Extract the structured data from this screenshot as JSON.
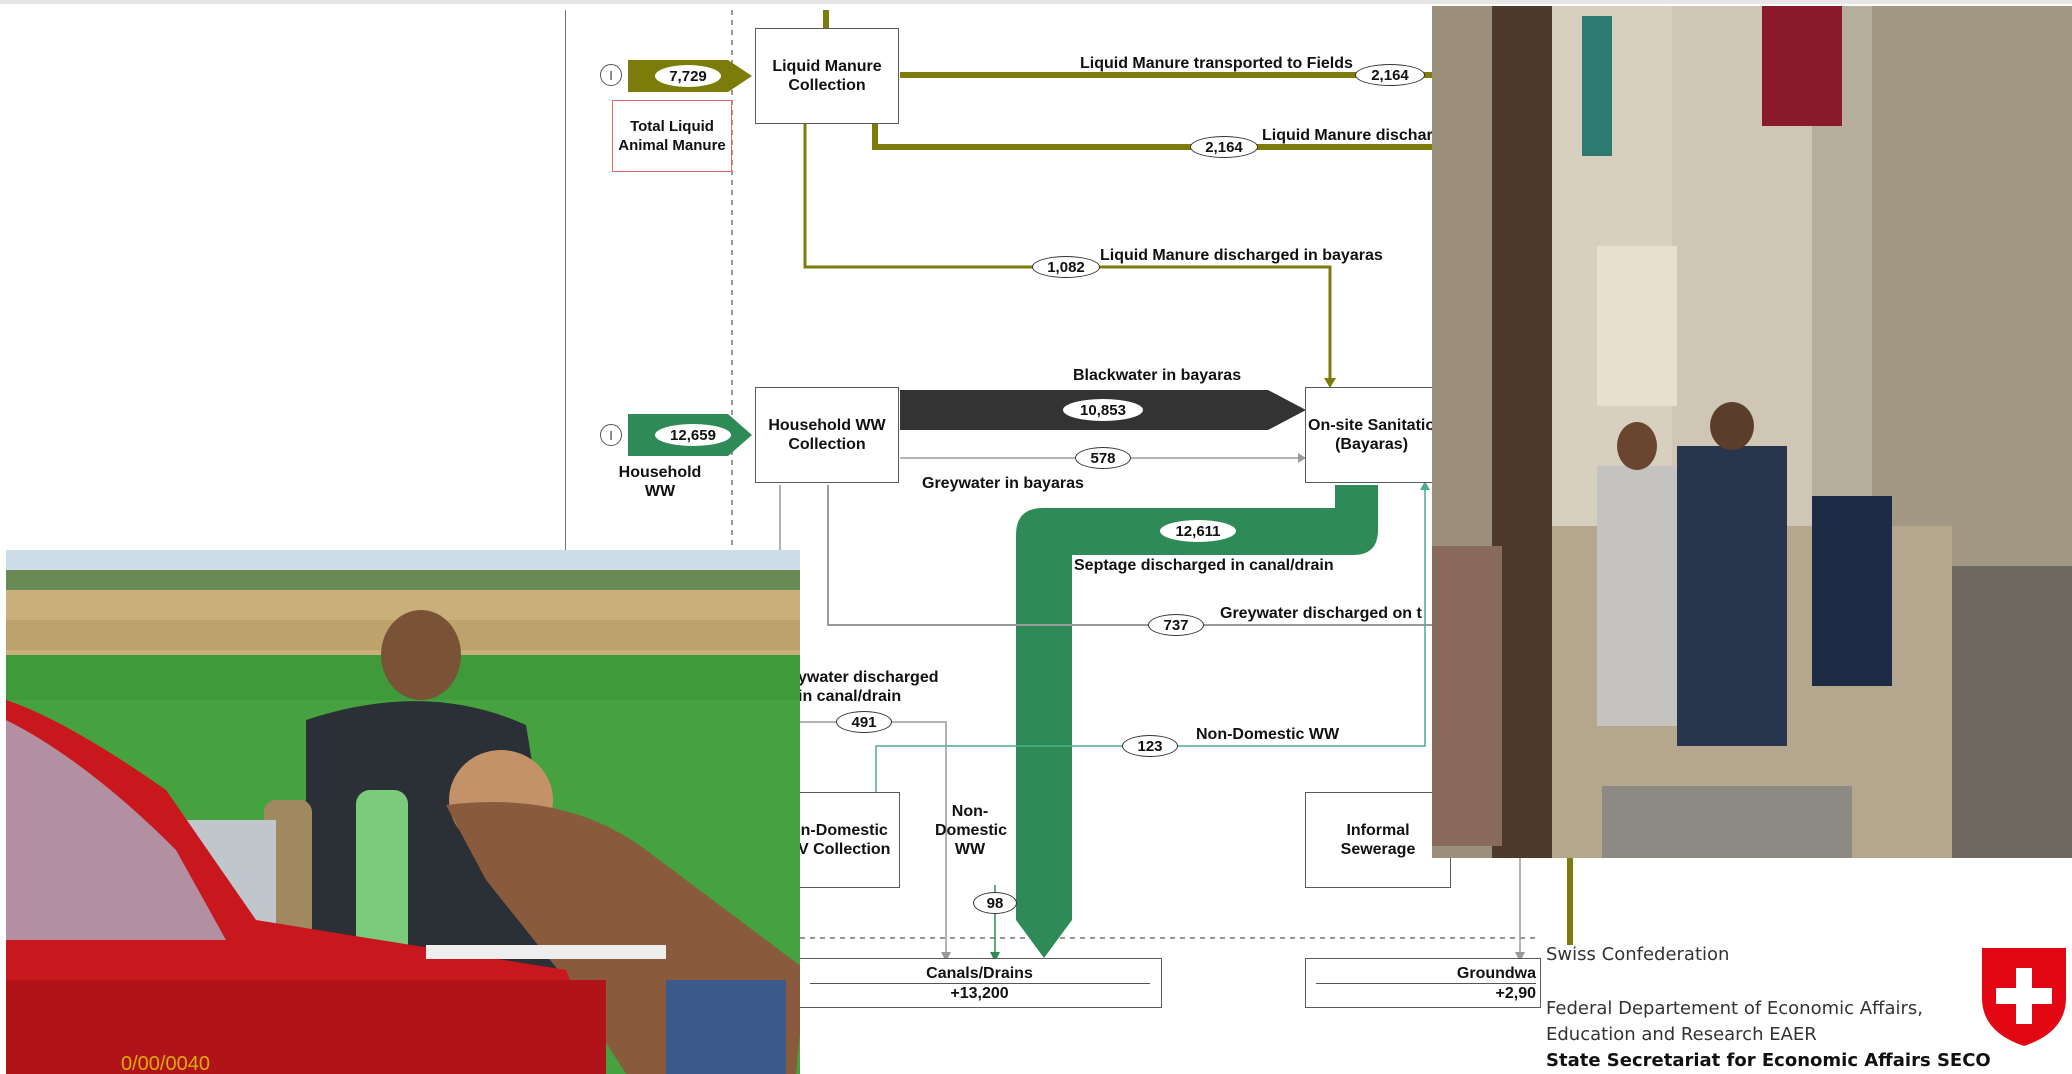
{
  "diagram": {
    "nodes": {
      "liquid_manure_collection": "Liquid Manure\nCollection",
      "total_liquid_manure": "Total Liquid\nAnimal Manure",
      "household_ww_collection": "Household WW\nCollection",
      "household_ww": "Household\nWW",
      "onsite_sanitation": "On-site Sanitatio\n(Bayaras)",
      "nondomestic_collection": "n-Domestic\nV Collection",
      "informal_sewerage": "Informal\nSewerage",
      "canals_drains": "Canals/Drains",
      "canals_drains_value": "+13,200",
      "groundwater": "Groundwa",
      "groundwater_value": "+2,90"
    },
    "inputs": {
      "liquid_manure_value": "7,729",
      "household_ww_value": "12,659",
      "input_marker": "I"
    },
    "flows": {
      "transported_label": "Liquid Manure transported to Fields",
      "transported_value": "2,164",
      "discharged_label": "Liquid Manure discharg",
      "discharged_value": "2,164",
      "bayaras_label": "Liquid Manure discharged in bayaras",
      "bayaras_value": "1,082",
      "blackwater_label": "Blackwater in bayaras",
      "blackwater_value": "10,853",
      "greywater_bayaras_value": "578",
      "greywater_bayaras_label": "Greywater in bayaras",
      "septage_value": "12,611",
      "septage_label": "Septage discharged in canal/drain",
      "greywater_on_value": "737",
      "greywater_on_label": "Greywater discharged on t",
      "greywater_canal_label": "ywater discharged\nin canal/drain",
      "greywater_canal_value": "491",
      "nondomestic_value": "123",
      "nondomestic_label": "Non-Domestic WW",
      "nondomestic_ww_label": "Non-\nDomestic\nWW",
      "nondomestic_ww_value": "98"
    },
    "colors": {
      "olive": "#7c7c0a",
      "green": "#2e8b57",
      "dark": "#333333",
      "grey": "#9a9a9a",
      "teal": "#4caf8a"
    }
  },
  "photos": {
    "field_photo_date": "0/00/0040",
    "field_photo_alt": "field photo",
    "street_photo_alt": "street photo"
  },
  "footer": {
    "swiss": "Swiss Confederation",
    "dept_line1": "Federal Departement of Economic Affairs,",
    "dept_line2": "Education and Research EAER",
    "seco": "State Secretariat for Economic Affairs SECO"
  }
}
